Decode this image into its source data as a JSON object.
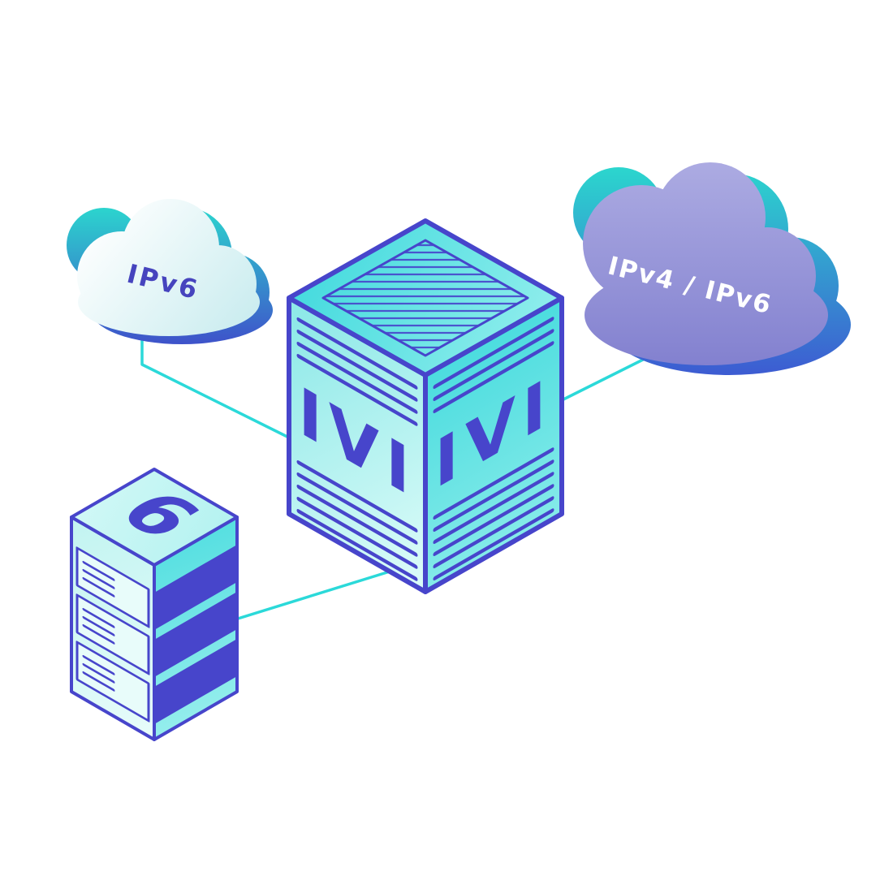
{
  "scene": {
    "background_color": "#ffffff",
    "clouds": {
      "left": {
        "label": "IPv6",
        "text_color": "#4644BE"
      },
      "right": {
        "label": "IPv4 / IPv6",
        "text_color": "#FFFFFF"
      }
    },
    "translator_box": {
      "left_face_label": "IVI",
      "right_face_label": "IVI",
      "text_color": "#4745CB"
    },
    "server": {
      "label": "6",
      "text_color": "#4745CB"
    },
    "colors": {
      "outline_indigo": "#4745CB",
      "bright_cyan": "#3ED9DC",
      "teal": "#2BD9CE",
      "blue": "#3E55D2",
      "purple": "#918FD6",
      "pale_cyan": "#D9FBF8",
      "connector_teal": "#2BD9D9",
      "cloud_white": "#FDFEFE"
    }
  }
}
